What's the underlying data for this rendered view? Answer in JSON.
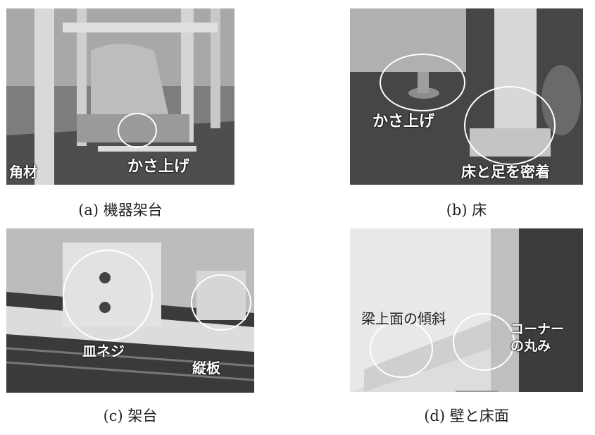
{
  "panels": {
    "a": {
      "caption": "(a) 機器架台",
      "labels": {
        "kakuzai": "角材",
        "kasaage": "かさ上げ"
      }
    },
    "b": {
      "caption": "(b) 床",
      "labels": {
        "kasaage": "かさ上げ",
        "yuka": "床と足を密着"
      }
    },
    "c": {
      "caption": "(c) 架台",
      "labels": {
        "saraneji": "皿ネジ",
        "tateita": "縦板"
      }
    },
    "d": {
      "caption": "(d) 壁と床面",
      "labels": {
        "keisha": "梁上面の傾斜",
        "corner1": "コーナー",
        "corner2": "の丸み"
      }
    }
  }
}
